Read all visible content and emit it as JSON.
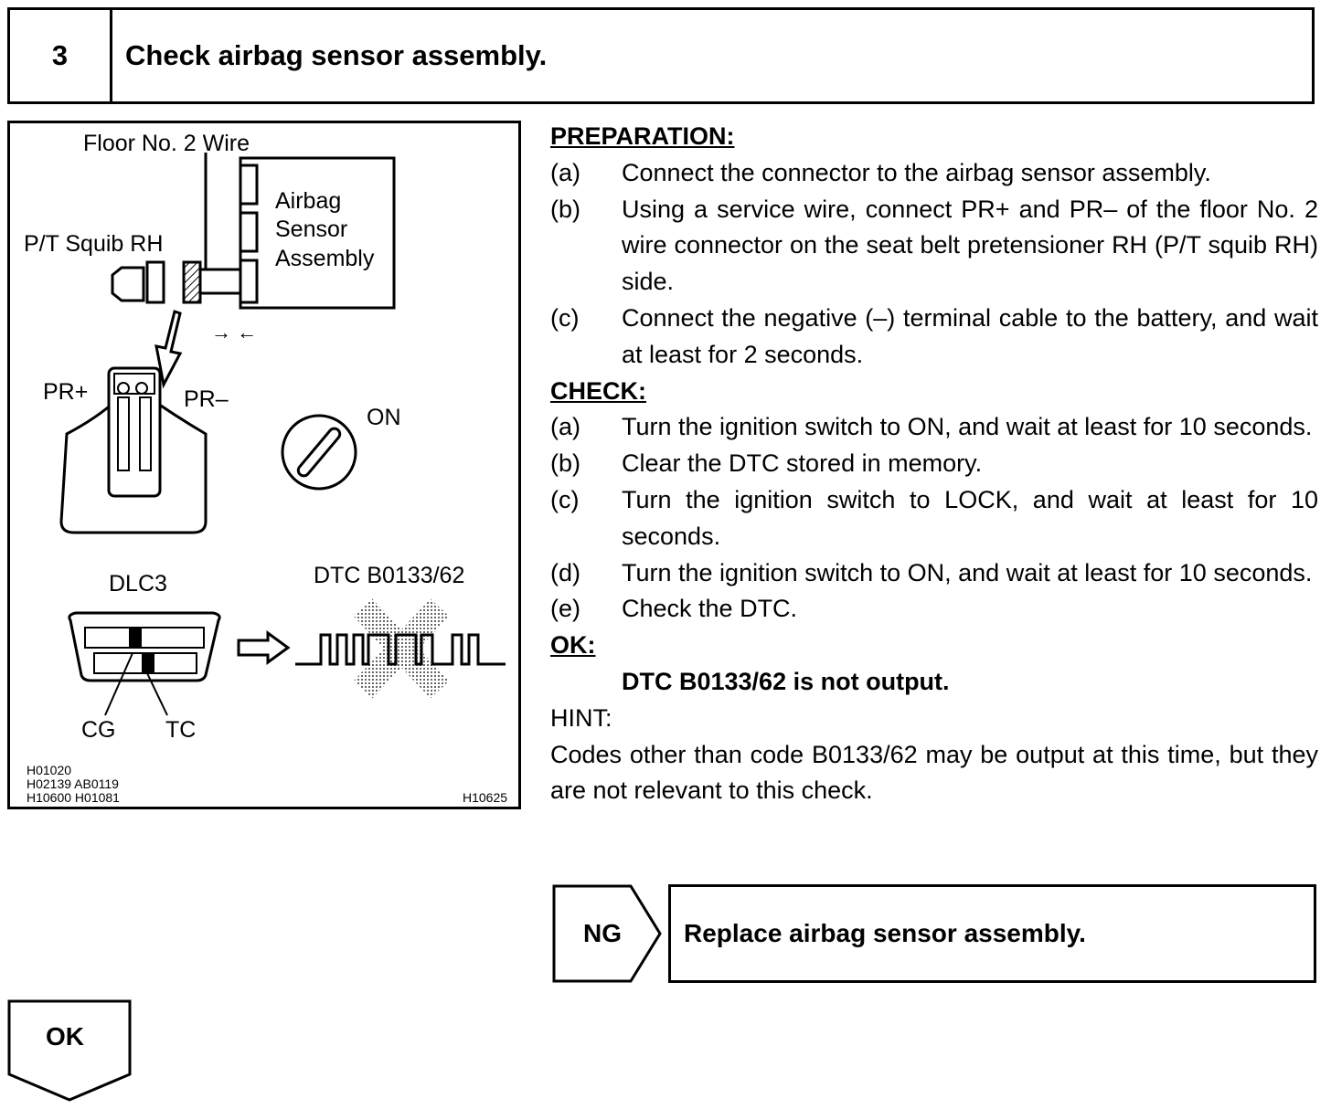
{
  "header": {
    "step_number": "3",
    "title": "Check airbag sensor assembly."
  },
  "figure": {
    "labels": {
      "floor_wire": "Floor No. 2 Wire",
      "airbag_sensor_line1": "Airbag",
      "airbag_sensor_line2": "Sensor",
      "airbag_sensor_line3": "Assembly",
      "pt_squib": "P/T Squib RH",
      "arrows": "→ ←",
      "pr_plus": "PR+",
      "pr_minus": "PR–",
      "on": "ON",
      "dlc3": "DLC3",
      "dtc": "DTC B0133/62",
      "cg": "CG",
      "tc": "TC",
      "ref_codes_line1": "H01020",
      "ref_codes_line2": "H02139  AB0119",
      "ref_codes_line3": "H10600  H01081",
      "ref_id": "H10625"
    }
  },
  "preparation": {
    "heading": "PREPARATION:",
    "steps": [
      {
        "label": "(a)",
        "text": "Connect the connector to the airbag sensor assembly."
      },
      {
        "label": "(b)",
        "text": "Using a service wire, connect PR+ and PR– of the floor No. 2 wire connector on the seat belt pretensioner RH (P/T squib RH) side."
      },
      {
        "label": "(c)",
        "text": "Connect the negative (–) terminal cable to the battery, and wait at least for 2 seconds."
      }
    ]
  },
  "check": {
    "heading": "CHECK:",
    "steps": [
      {
        "label": "(a)",
        "text": "Turn the ignition switch to ON, and wait at least for 10 seconds."
      },
      {
        "label": "(b)",
        "text": "Clear the DTC stored in memory."
      },
      {
        "label": "(c)",
        "text": "Turn the ignition switch to LOCK, and wait at least for 10 seconds."
      },
      {
        "label": "(d)",
        "text": "Turn the ignition switch to ON, and wait at least for 10 seconds."
      },
      {
        "label": "(e)",
        "text": "Check the DTC."
      }
    ]
  },
  "ok": {
    "heading": "OK:",
    "result": "DTC B0133/62 is not output."
  },
  "hint": {
    "heading": "HINT:",
    "text": "Codes other than code B0133/62 may be output at this time, but they are not relevant to this check."
  },
  "ng": {
    "label": "NG",
    "action": "Replace airbag sensor assembly."
  },
  "ok_flow": {
    "label": "OK"
  }
}
